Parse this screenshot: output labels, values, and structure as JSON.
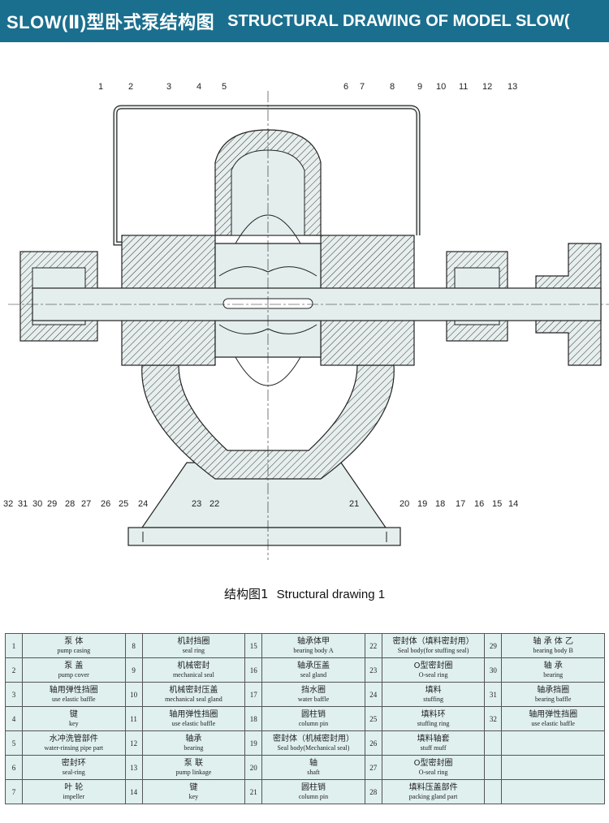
{
  "header": {
    "title_cn": "SLOW(Ⅱ)型卧式泵结构图",
    "title_en": "STRUCTURAL DRAWING OF MODEL SLOW("
  },
  "diagram": {
    "top_callouts": [
      "1",
      "2",
      "3",
      "4",
      "5",
      "6",
      "7",
      "8",
      "9",
      "10",
      "11",
      "12",
      "13"
    ],
    "bottom_callouts": [
      "32",
      "31",
      "30",
      "29",
      "28",
      "27",
      "26",
      "25",
      "24",
      "23",
      "22",
      "21",
      "20",
      "19",
      "18",
      "17",
      "16",
      "15",
      "14"
    ]
  },
  "caption": {
    "cn": "结构图1",
    "en": "Structural drawing 1"
  },
  "parts": [
    {
      "no": "1",
      "zh": "泵 体",
      "en": "pump casing"
    },
    {
      "no": "2",
      "zh": "泵 盖",
      "en": "pump cover"
    },
    {
      "no": "3",
      "zh": "轴用弹性挡圈",
      "en": "use elastic baffle"
    },
    {
      "no": "4",
      "zh": "键",
      "en": "key"
    },
    {
      "no": "5",
      "zh": "水冲洗管部件",
      "en": "water-rinsing pipe part"
    },
    {
      "no": "6",
      "zh": "密封环",
      "en": "seal-ring"
    },
    {
      "no": "7",
      "zh": "叶 轮",
      "en": "impeller"
    },
    {
      "no": "8",
      "zh": "机封挡圈",
      "en": "seal ring"
    },
    {
      "no": "9",
      "zh": "机械密封",
      "en": "mechanical seal"
    },
    {
      "no": "10",
      "zh": "机械密封压盖",
      "en": "mechanical seal gland"
    },
    {
      "no": "11",
      "zh": "轴用弹性挡圈",
      "en": "use elastic baffle"
    },
    {
      "no": "12",
      "zh": "轴承",
      "en": "bearing"
    },
    {
      "no": "13",
      "zh": "泵 联",
      "en": "pump linkage"
    },
    {
      "no": "14",
      "zh": "键",
      "en": "key"
    },
    {
      "no": "15",
      "zh": "轴承体甲",
      "en": "bearing body A"
    },
    {
      "no": "16",
      "zh": "轴承压盖",
      "en": "seal gland"
    },
    {
      "no": "17",
      "zh": "挡水圈",
      "en": "water baffle"
    },
    {
      "no": "18",
      "zh": "圆柱销",
      "en": "column pin"
    },
    {
      "no": "19",
      "zh": "密封体（机械密封用）",
      "en": "Seal body(Mechanical seal)"
    },
    {
      "no": "20",
      "zh": "轴",
      "en": "shaft"
    },
    {
      "no": "21",
      "zh": "圆柱销",
      "en": "column pin"
    },
    {
      "no": "22",
      "zh": "密封体（填料密封用）",
      "en": "Seal body(for stuffing seal)"
    },
    {
      "no": "23",
      "zh": "O型密封圈",
      "en": "O-seal ring"
    },
    {
      "no": "24",
      "zh": "填料",
      "en": "stuffing"
    },
    {
      "no": "25",
      "zh": "填料环",
      "en": "stuffing ring"
    },
    {
      "no": "26",
      "zh": "填料轴套",
      "en": "stuff muff"
    },
    {
      "no": "27",
      "zh": "O型密封圈",
      "en": "O-seal ring"
    },
    {
      "no": "28",
      "zh": "填料压盖部件",
      "en": "packing gland part"
    },
    {
      "no": "29",
      "zh": "轴 承 体 乙",
      "en": "bearing body B"
    },
    {
      "no": "30",
      "zh": "轴 承",
      "en": "bearing"
    },
    {
      "no": "31",
      "zh": "轴承挡圈",
      "en": "bearing baffle"
    },
    {
      "no": "32",
      "zh": "轴用弹性挡圈",
      "en": "use elastic baffle"
    }
  ]
}
